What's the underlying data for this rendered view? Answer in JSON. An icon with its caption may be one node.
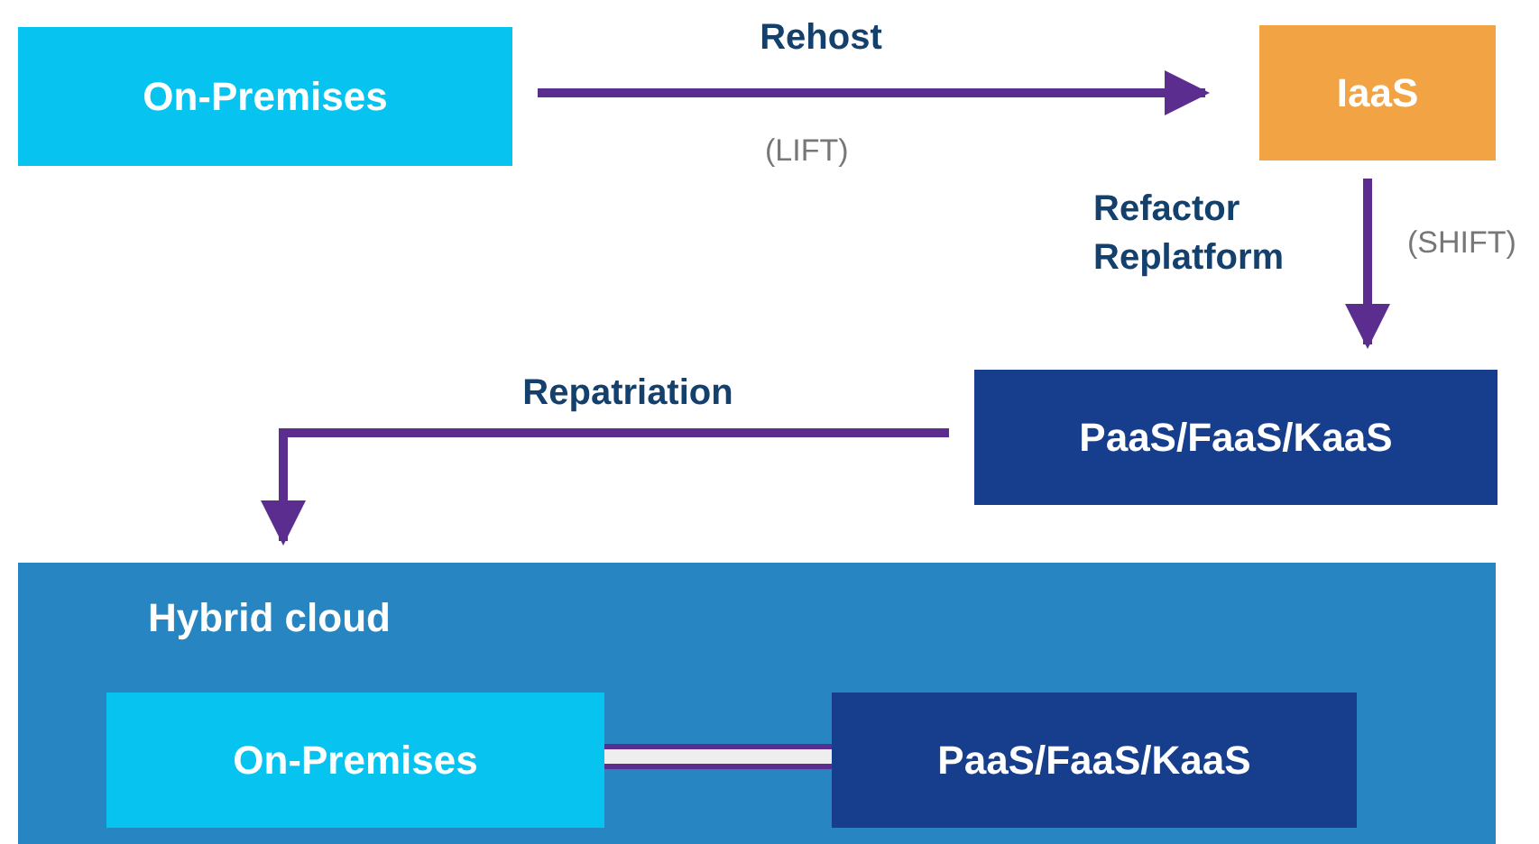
{
  "diagram": {
    "nodes": [
      {
        "text": [
          "On-Premises"
        ]
      },
      {
        "text": [
          "IaaS"
        ]
      },
      {
        "text": [
          "PaaS/FaaS/KaaS"
        ]
      },
      {
        "text": [
          "Hybrid cloud"
        ]
      },
      {
        "text": [
          "On-Premises"
        ],
        "in": 3
      },
      {
        "text": [
          "PaaS/FaaS/KaaS"
        ],
        "in": 3
      }
    ],
    "edges": [
      {
        "from": 0,
        "to": 1,
        "arrow": "to",
        "label": "Rehost"
      },
      {
        "from": 1,
        "to": 2,
        "arrow": "to",
        "label": "Refactor Replatform"
      },
      {
        "from": 2,
        "to": 3,
        "arrow": "to",
        "label": "Repatriation"
      },
      {
        "from": 4,
        "to": 5,
        "arrow": "none",
        "style": "thick"
      }
    ],
    "labels": [
      "(LIFT)",
      "(SHIFT)"
    ]
  }
}
